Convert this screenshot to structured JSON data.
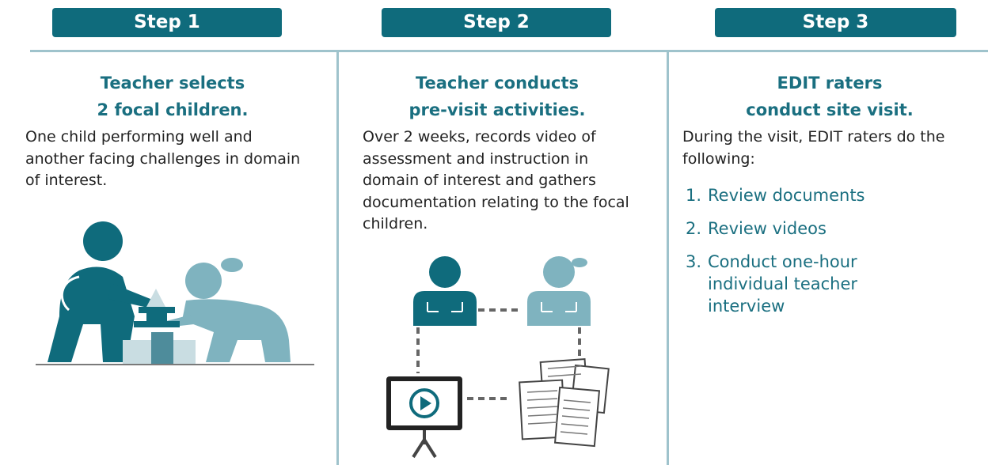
{
  "steps": [
    {
      "tab": "Step 1",
      "heading_line1": "Teacher selects",
      "heading_line2": "2 focal children.",
      "body": "One child performing well and another facing challenges in domain of interest."
    },
    {
      "tab": "Step 2",
      "heading_line1": "Teacher conducts",
      "heading_line2": "pre-visit activities.",
      "body": "Over 2 weeks, records video of assessment and instruction in domain of interest and gathers documentation relating to the focal children."
    },
    {
      "tab": "Step 3",
      "heading_line1": "EDIT raters",
      "heading_line2": "conduct site visit.",
      "body": "During the visit, EDIT raters do the following:",
      "list": [
        {
          "num": "1.",
          "text": "Review documents"
        },
        {
          "num": "2.",
          "text": "Review videos"
        },
        {
          "num": "3.",
          "text": "Conduct one-hour individual teacher interview"
        }
      ]
    }
  ],
  "colors": {
    "tab": "#0f6b7c",
    "heading": "#1a6f80",
    "divider": "#9fc3cc",
    "figure_dark": "#0f6b7c",
    "figure_light": "#7fb3bf"
  },
  "icons": [
    "children-playing-blocks-icon",
    "teacher-student-icon",
    "video-player-icon",
    "documents-icon"
  ]
}
